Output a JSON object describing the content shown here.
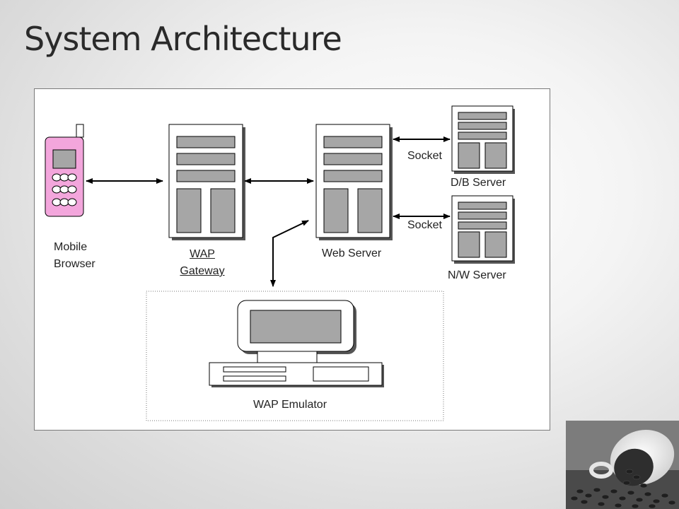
{
  "slide": {
    "title": "System Architecture"
  },
  "diagram": {
    "nodes": {
      "mobile_browser": {
        "label_line1": "Mobile",
        "label_line2": "Browser"
      },
      "wap_gateway": {
        "label_line1": "WAP",
        "label_line2": "Gateway"
      },
      "web_server": {
        "label": "Web Server"
      },
      "db_server": {
        "label": "D/B Server"
      },
      "nw_server": {
        "label": "N/W Server"
      },
      "wap_emulator": {
        "label": "WAP Emulator"
      }
    },
    "connections": {
      "socket_db": "Socket",
      "socket_nw": "Socket"
    }
  },
  "colors": {
    "phone_body": "#f3a6dc",
    "server_panel": "#a6a6a6",
    "line": "#000000"
  },
  "decor": {
    "photo_icon": "coffee-cup-with-beans-photo"
  }
}
